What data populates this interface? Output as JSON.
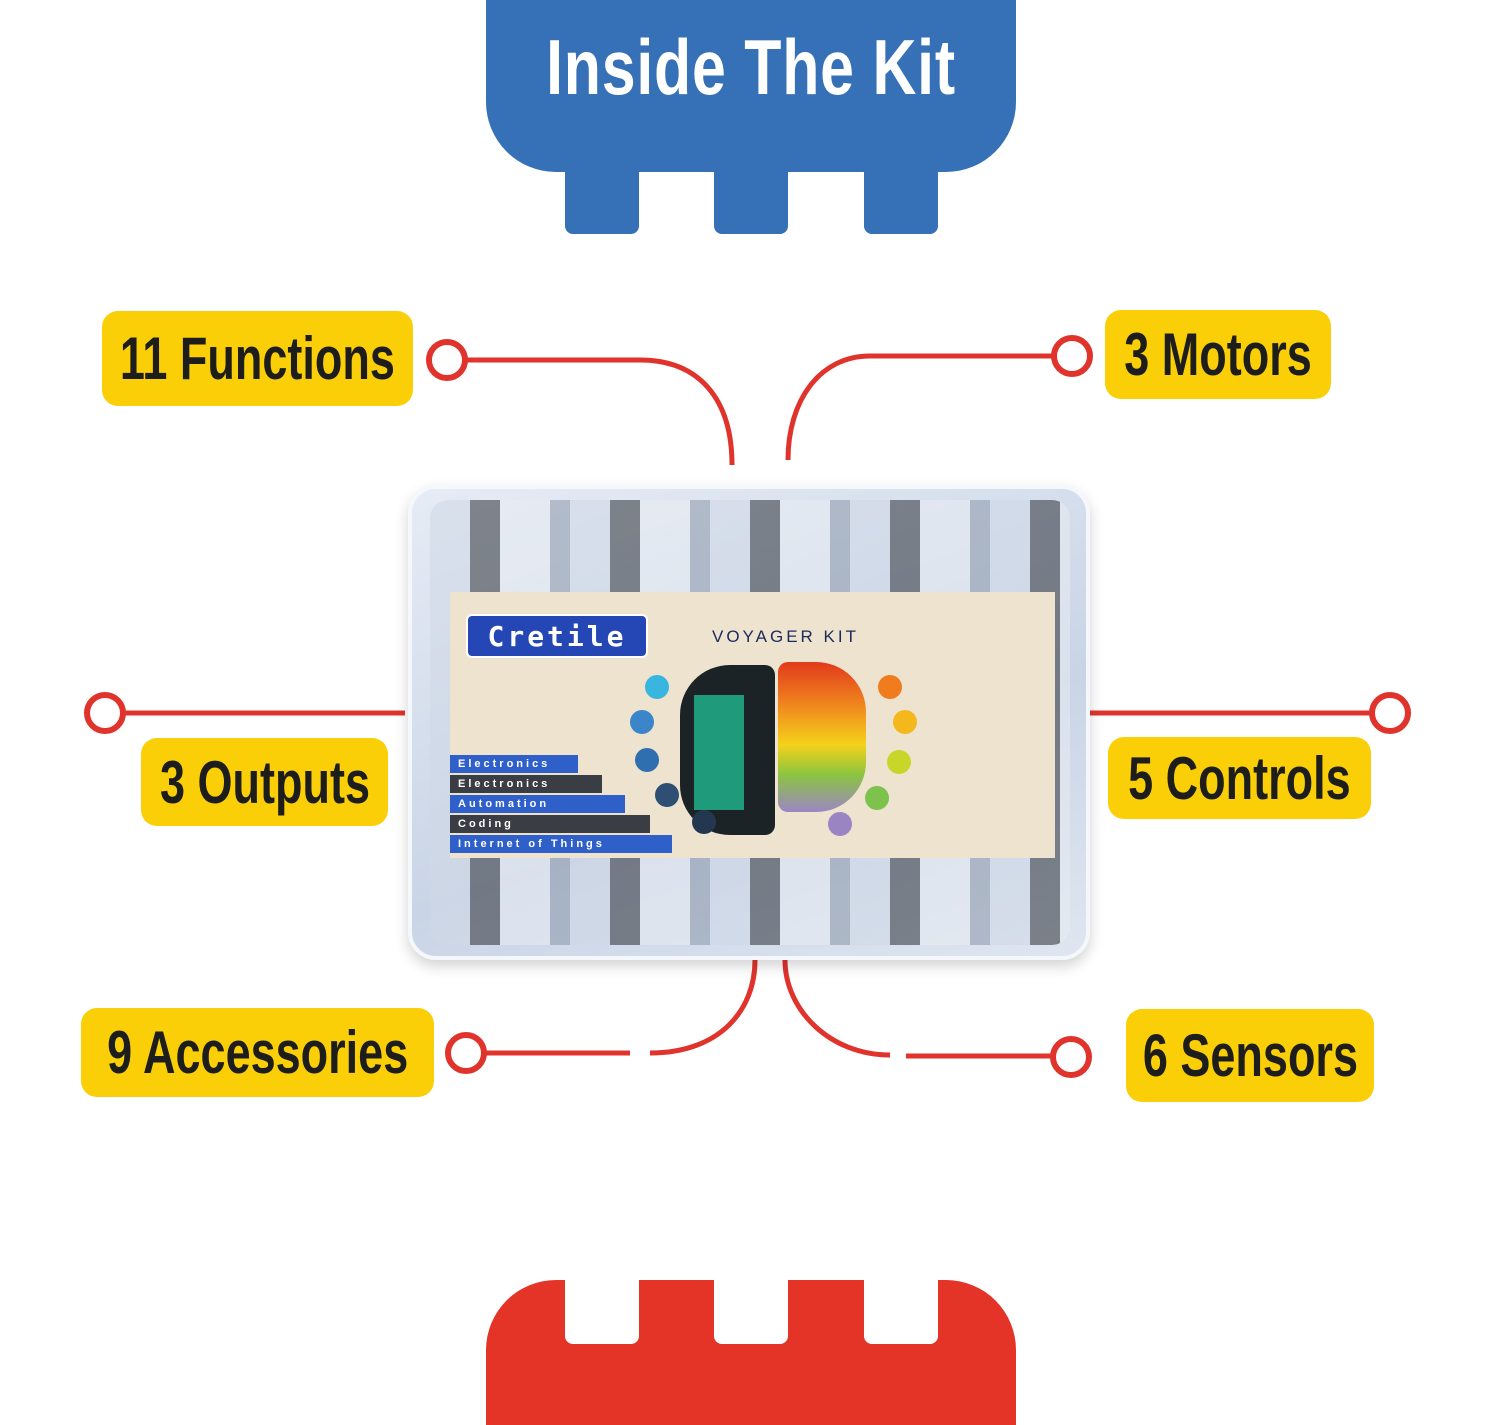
{
  "header": {
    "title": "Inside The Kit"
  },
  "callouts": [
    {
      "label": "11 Functions"
    },
    {
      "label": "3 Motors"
    },
    {
      "label": "3 Outputs"
    },
    {
      "label": "5 Controls"
    },
    {
      "label": "9 Accessories"
    },
    {
      "label": "6 Sensors"
    }
  ],
  "product": {
    "brand": "Cretile",
    "name": "VOYAGER KIT",
    "topics": [
      "Electronics",
      "Electronics",
      "Automation",
      "Coding",
      "Internet of Things"
    ]
  },
  "colors": {
    "banner": "#3670b6",
    "label": "#fbcf07",
    "connector": "#e0332c",
    "footer": "#e43428"
  }
}
